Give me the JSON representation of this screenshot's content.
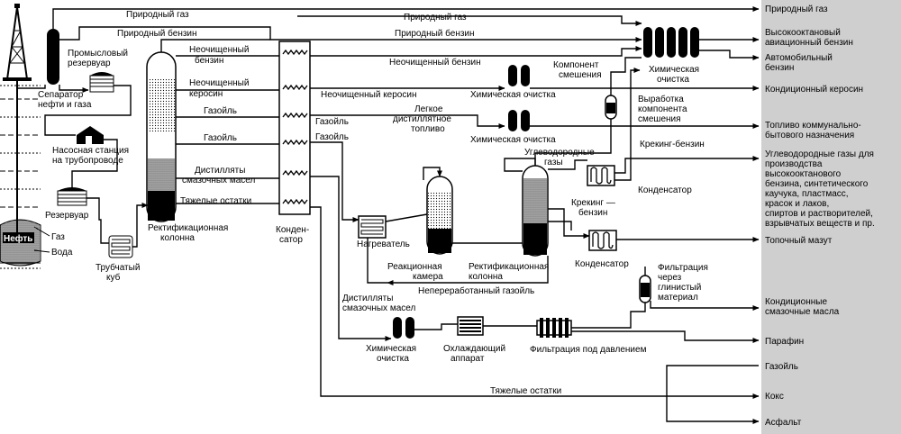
{
  "products": {
    "natural_gas": "Природный газ",
    "aviation_gasoline": [
      "Высокооктановый",
      "авиационный бензин"
    ],
    "motor_gasoline": [
      "Автомобильный",
      "бензин"
    ],
    "kerosene": "Кондиционный керосин",
    "household_fuel": [
      "Топливо коммунально-",
      "бытового назначения"
    ],
    "hydrocarbon_gases": [
      "Углеводородные газы для",
      "производства",
      "высокооктанового",
      "бензина, синтетического",
      "каучука, пластмасс,",
      "красок и лаков,",
      "спиртов и растворителей,",
      "взрывчатых веществ и пр."
    ],
    "fuel_oil": "Топочный мазут",
    "lube_oils": [
      "Кондиционные",
      "смазочные масла"
    ],
    "paraffin": "Парафин",
    "gas_oil": "Газойль",
    "coke": "Кокс",
    "asphalt": "Асфальт"
  },
  "flows": {
    "natural_gas_top": "Природный газ",
    "natural_gas_2": "Природный газ",
    "natural_gasoline_1": "Природный бензин",
    "natural_gasoline_2": "Природный бензин",
    "crude_gasoline_1": [
      "Неочищенный",
      "бензин"
    ],
    "crude_gasoline_2": "Неочищенный бензин",
    "crude_kerosene_1": [
      "Неочищенный",
      "керосин"
    ],
    "crude_kerosene_2": "Неочищенный керосин",
    "gas_oil_1": "Газойль",
    "gas_oil_2": "Газойль",
    "gas_oil_3": "Газойль",
    "gas_oil_4": "Газойль",
    "light_distillate": [
      "Легкое",
      "дистиллятное",
      "топливо"
    ],
    "lube_distillates_1": [
      "Дистилляты",
      "смазочных масел"
    ],
    "lube_distillates_2": [
      "Дистилляты",
      "смазочных масел"
    ],
    "heavy_residue_1": "Тяжелые остатки",
    "heavy_residue_2": "Тяжелые остатки",
    "unconverted_gas_oil": "Непереработанный газойль",
    "cracked_gasoline_1": "Крекинг-бензин",
    "cracked_gasoline_2": [
      "Крекинг —",
      "бензин"
    ],
    "hydrocarbon_gases": [
      "Углеводородные",
      "газы"
    ],
    "blend_component": [
      "Компонент",
      "смешения"
    ]
  },
  "equipment": {
    "gas_label": "Газ",
    "water_label": "Вода",
    "oil_label": "Нефть",
    "separator": [
      "Сепаратор",
      "нефти и газа"
    ],
    "field_tank": [
      "Промысловый",
      "резервуар"
    ],
    "pump_station": [
      "Насосная станция",
      "на трубопроводе"
    ],
    "tank": "Резервуар",
    "tube_still": [
      "Трубчатый",
      "куб"
    ],
    "fractionating_column_1": [
      "Ректификационная",
      "колонна"
    ],
    "condenser_1": [
      "Конден-",
      "сатор"
    ],
    "heater": "Нагреватель",
    "reaction_chamber": [
      "Реакционная",
      "камера"
    ],
    "fractionating_column_2": [
      "Ректификационная",
      "колонна"
    ],
    "chemical_treatment_1": "Химическая очистка",
    "chemical_treatment_2": "Химическая очистка",
    "chemical_treatment_3": [
      "Химическая",
      "очистка"
    ],
    "chemical_treatment_4": [
      "Химическая",
      "очистка"
    ],
    "blend_production": [
      "Выработка",
      "компонента",
      "смешения"
    ],
    "condenser_2": "Конденсатор",
    "condenser_3": "Конденсатор",
    "clay_filtration": [
      "Фильтрация",
      "через",
      "глинистый",
      "материал"
    ],
    "cooler": [
      "Охлаждающий",
      "аппарат"
    ],
    "pressure_filtration": "Фильтрация под давлением"
  },
  "colors": {
    "line": "#000000",
    "products_panel": "#cfcfcf",
    "background": "#ffffff"
  }
}
